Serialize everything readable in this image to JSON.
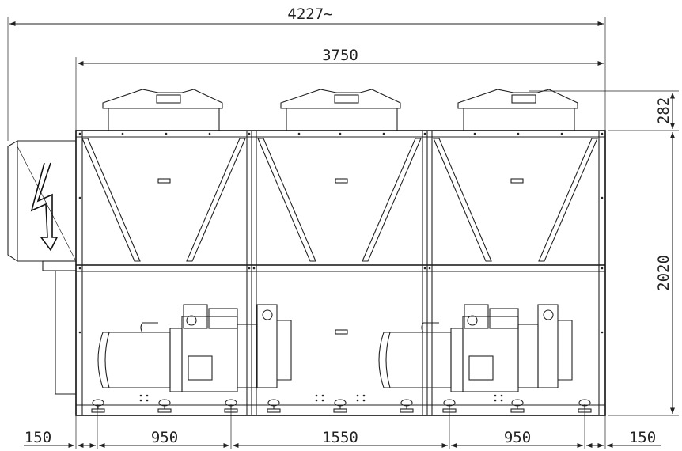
{
  "dimensions": {
    "overall_width": "4227~",
    "frame_width": "3750",
    "fan_height": "282",
    "unit_height": "2020",
    "left_margin": "150",
    "spacing_left": "950",
    "spacing_mid": "1550",
    "spacing_right": "950",
    "right_margin": "150"
  },
  "colors": {
    "line": "#222222",
    "background": "#ffffff"
  },
  "icons": {
    "electrical_panel": "high-voltage-icon"
  }
}
